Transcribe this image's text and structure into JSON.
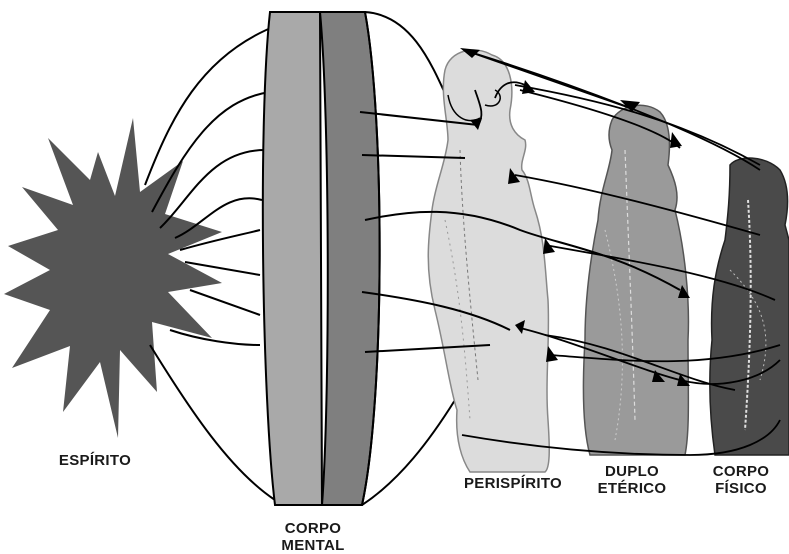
{
  "labels": {
    "espirito": "ESPÍRITO",
    "corpo_mental_line1": "CORPO",
    "corpo_mental_line2": "MENTAL",
    "perispirito": "PERISPÍRITO",
    "duplo_line1": "DUPLO",
    "duplo_line2": "ETÉRICO",
    "fisico_line1": "CORPO",
    "fisico_line2": "FÍSICO"
  },
  "colors": {
    "star": "#555555",
    "disc_light": "#a9a9a9",
    "disc_dark": "#7f7f7f",
    "perispirito_body": "#dcdcdc",
    "duplo_body": "#9a9a9a",
    "fisico_body": "#4a4a4a",
    "lines": "#000000"
  }
}
